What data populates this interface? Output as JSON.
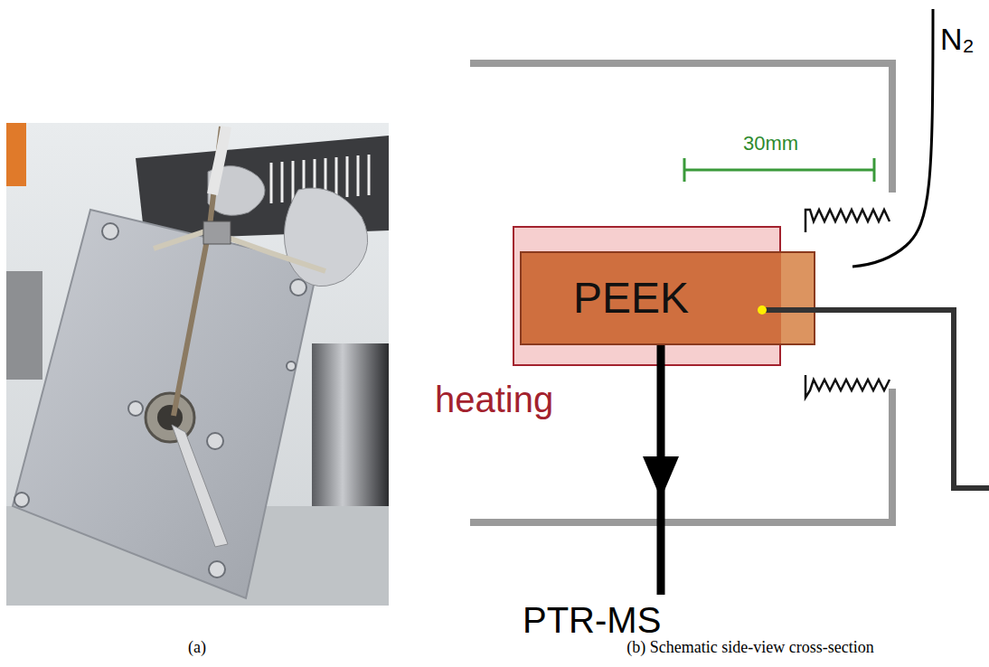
{
  "diagram": {
    "nodes": [
      {
        "text": [
          "heating"
        ]
      },
      {
        "text": [
          "PEEK"
        ],
        "in": 0
      }
    ],
    "labels": [
      "30mm",
      "N₂",
      "PTR-MS",
      "(a)",
      "(b) Schematic side-view cross-section"
    ]
  }
}
